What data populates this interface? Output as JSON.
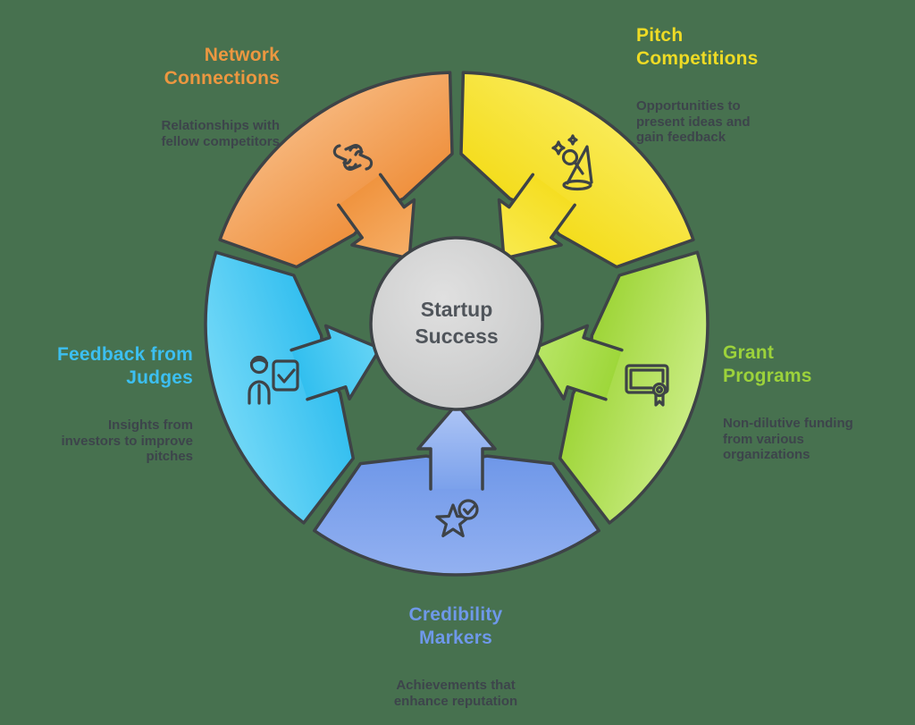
{
  "diagram": {
    "background_color": "#47714F",
    "outline_color": "#3E4347",
    "description_color": "#3D444B",
    "center": {
      "label": "Startup\nSuccess",
      "text_color": "#50555B",
      "fill_light": "#E0E0E0",
      "fill_dark": "#C5C6C6"
    },
    "segments": [
      {
        "id": "network-connections",
        "title": "Network\nConnections",
        "description": "Relationships with\nfellow competitors",
        "title_color": "#EC9740",
        "icon": "handshake-icon",
        "color_outer": "#F6B478",
        "color_inner": "#EF8F3B",
        "arrow_tail": "#F0943F",
        "arrow_tip": "#F6AF68",
        "mid_angle": 126
      },
      {
        "id": "pitch-competitions",
        "title": "Pitch\nCompetitions",
        "description": "Opportunities to\npresent ideas and\ngain feedback",
        "title_color": "#EEDB25",
        "icon": "stage-microphone-icon",
        "color_outer": "#F9EA55",
        "color_inner": "#F4DC1A",
        "arrow_tail": "#F5DE22",
        "arrow_tip": "#F9EA4F",
        "mid_angle": 54
      },
      {
        "id": "grant-programs",
        "title": "Grant\nPrograms",
        "description": "Non-dilutive funding\nfrom various\norganizations",
        "title_color": "#9CD23B",
        "icon": "certificate-icon",
        "color_outer": "#C9EC82",
        "color_inner": "#9CD434",
        "arrow_tail": "#9ED73A",
        "arrow_tip": "#B9E668",
        "mid_angle": -18
      },
      {
        "id": "credibility-markers",
        "title": "Credibility\nMarkers",
        "description": "Achievements that\nenhance reputation",
        "title_color": "#6E98E9",
        "icon": "star-check-icon",
        "color_outer": "#93B1F1",
        "color_inner": "#6D96E8",
        "arrow_tail": "#7BA1EB",
        "arrow_tip": "#AFC6F6",
        "mid_angle": -90
      },
      {
        "id": "feedback-from-judges",
        "title": "Feedback from\nJudges",
        "description": "Insights from\ninvestors to improve\npitches",
        "title_color": "#3CBFF1",
        "icon": "presenter-icon",
        "color_outer": "#72D8F7",
        "color_inner": "#2FBDEF",
        "arrow_tail": "#32BFEF",
        "arrow_tip": "#66D4F5",
        "mid_angle": 198
      }
    ]
  }
}
